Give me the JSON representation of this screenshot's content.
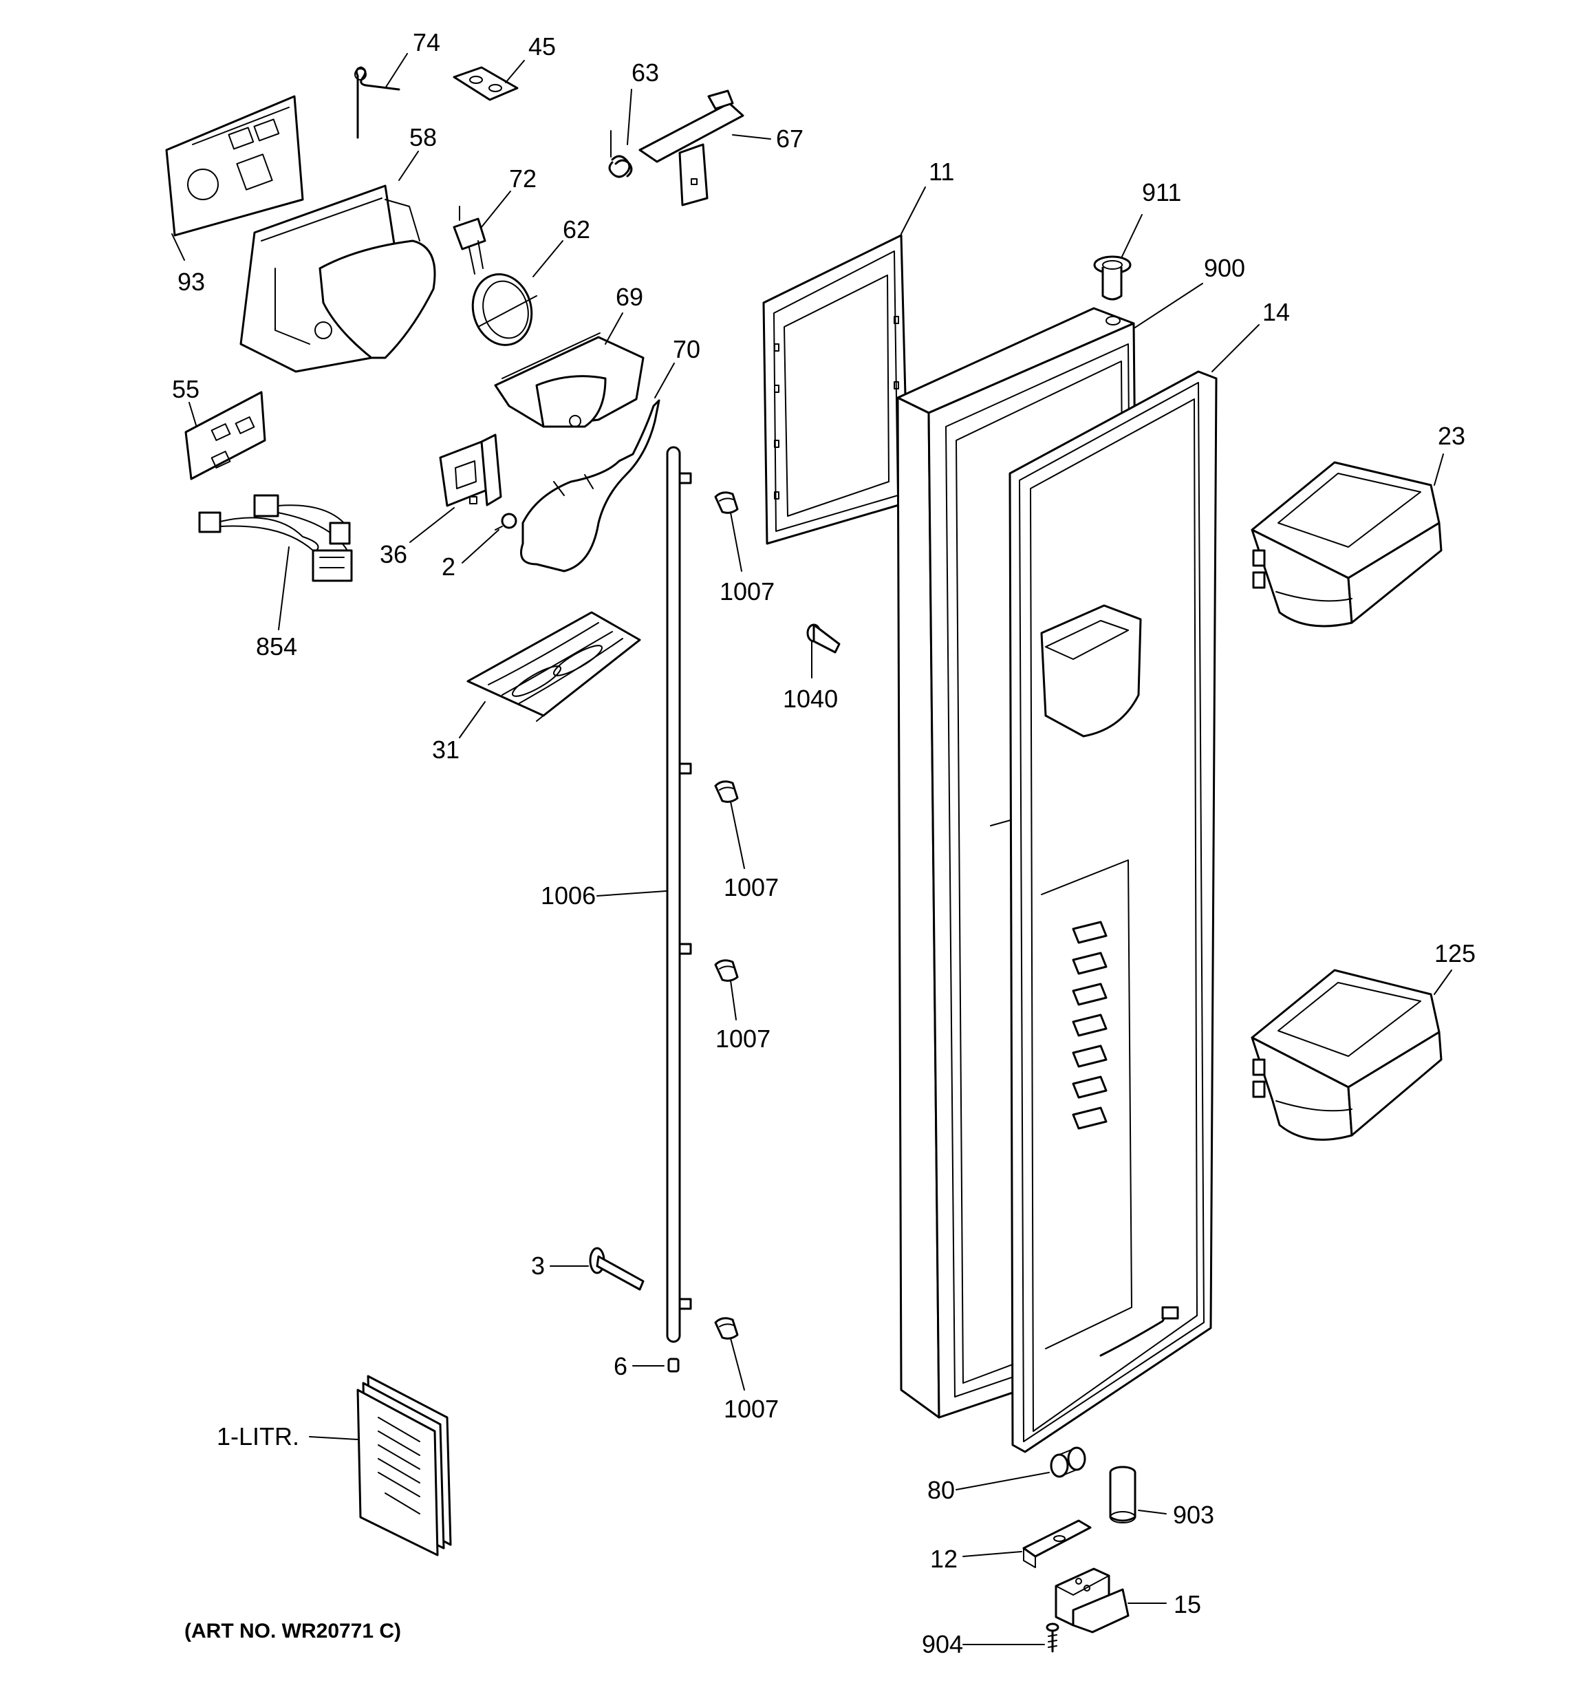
{
  "labels": {
    "p74": "74",
    "p45": "45",
    "p63": "63",
    "p67": "67",
    "p58": "58",
    "p93": "93",
    "p72": "72",
    "p62": "62",
    "p11": "11",
    "p911": "911",
    "p900": "900",
    "p14": "14",
    "p69": "69",
    "p70": "70",
    "p55": "55",
    "p23": "23",
    "p36": "36",
    "p2": "2",
    "p1007a": "1007",
    "p854": "854",
    "p1040": "1040",
    "p31": "31",
    "p1007b": "1007",
    "p1006": "1006",
    "p125": "125",
    "p1007c": "1007",
    "p3": "3",
    "p6": "6",
    "p1007d": "1007",
    "p1litr": "1-LITR.",
    "p80": "80",
    "p903": "903",
    "p12": "12",
    "p15": "15",
    "p904": "904"
  },
  "art_number": "(ART NO. WR20771 C)"
}
